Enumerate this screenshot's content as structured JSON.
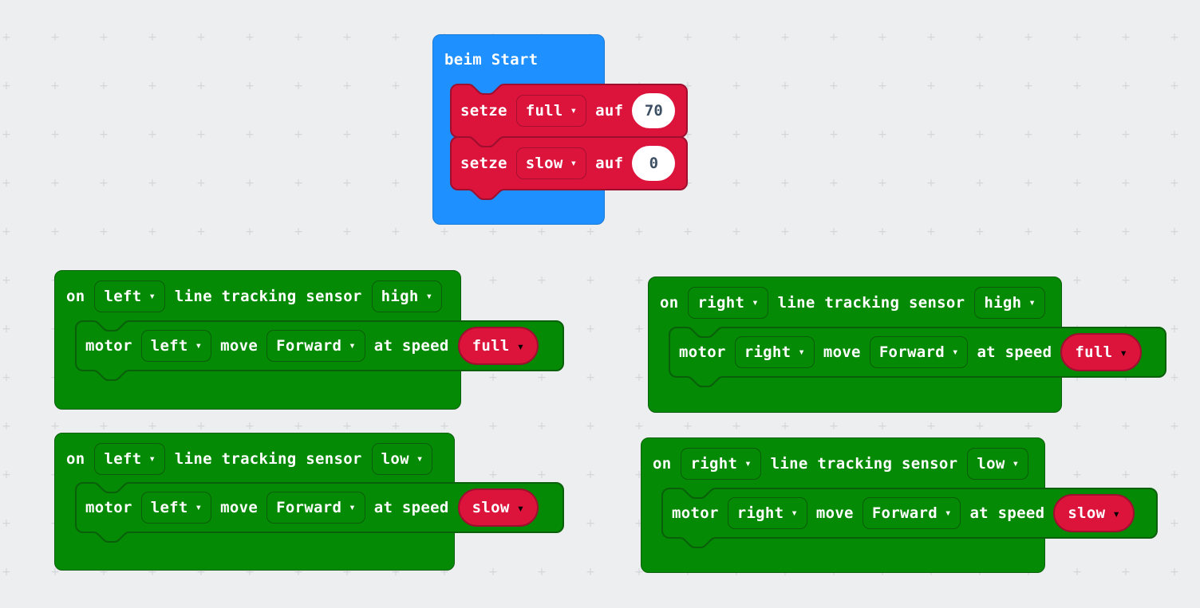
{
  "colors": {
    "canvas_bg": "#eceef0",
    "grid_cross": "#d3d7da",
    "event_green": "#048a04",
    "event_green_border": "#0a5f0a",
    "variable_red": "#dc143c",
    "variable_red_border": "#9e0e2e",
    "start_blue": "#1e90ff",
    "start_blue_border": "#1a7ad8",
    "number_text": "#3d4f63",
    "field_white": "#ffffff"
  },
  "icons": {
    "dropdown_caret": "▾"
  },
  "on_start": {
    "title": "beim Start",
    "rows": [
      {
        "set": "setze",
        "var": "full",
        "to": "auf",
        "value": "70"
      },
      {
        "set": "setze",
        "var": "slow",
        "to": "auf",
        "value": "0"
      }
    ]
  },
  "events": [
    {
      "on": "on",
      "port": "left",
      "sensor": "line tracking sensor",
      "state": "high",
      "motor": {
        "motor": "motor",
        "side": "left",
        "move": "move",
        "dir": "Forward",
        "at": "at speed",
        "speed": "full"
      }
    },
    {
      "on": "on",
      "port": "right",
      "sensor": "line tracking sensor",
      "state": "high",
      "motor": {
        "motor": "motor",
        "side": "right",
        "move": "move",
        "dir": "Forward",
        "at": "at speed",
        "speed": "full"
      }
    },
    {
      "on": "on",
      "port": "left",
      "sensor": "line tracking sensor",
      "state": "low",
      "motor": {
        "motor": "motor",
        "side": "left",
        "move": "move",
        "dir": "Forward",
        "at": "at speed",
        "speed": "slow"
      }
    },
    {
      "on": "on",
      "port": "right",
      "sensor": "line tracking sensor",
      "state": "low",
      "motor": {
        "motor": "motor",
        "side": "right",
        "move": "move",
        "dir": "Forward",
        "at": "at speed",
        "speed": "slow"
      }
    }
  ]
}
